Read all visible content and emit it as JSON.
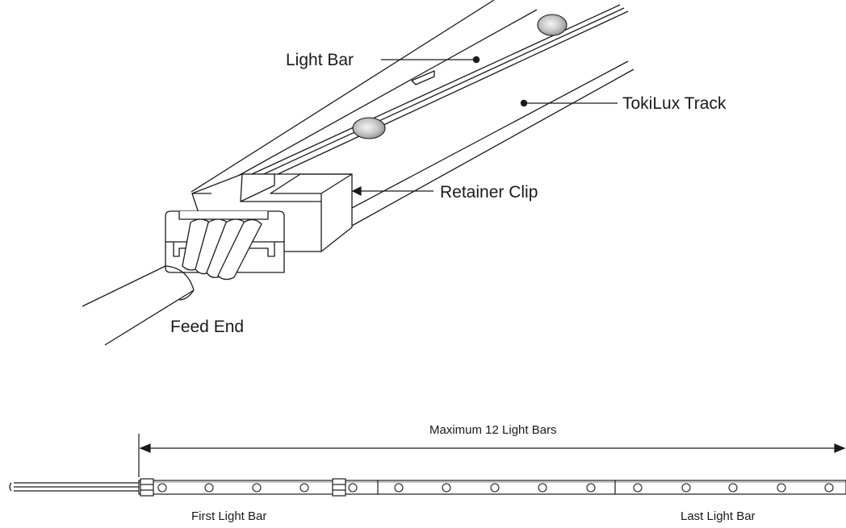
{
  "callouts": {
    "light_bar": "Light Bar",
    "tokilux_track": "TokiLux Track",
    "retainer_clip": "Retainer Clip",
    "feed_end": "Feed End"
  },
  "run": {
    "dimension_label": "Maximum 12 Light Bars",
    "first_bar_label": "First Light Bar",
    "last_bar_label": "Last Light Bar"
  },
  "colors": {
    "line": "#1a1a1a",
    "led_fill": "#c8c8c8"
  }
}
